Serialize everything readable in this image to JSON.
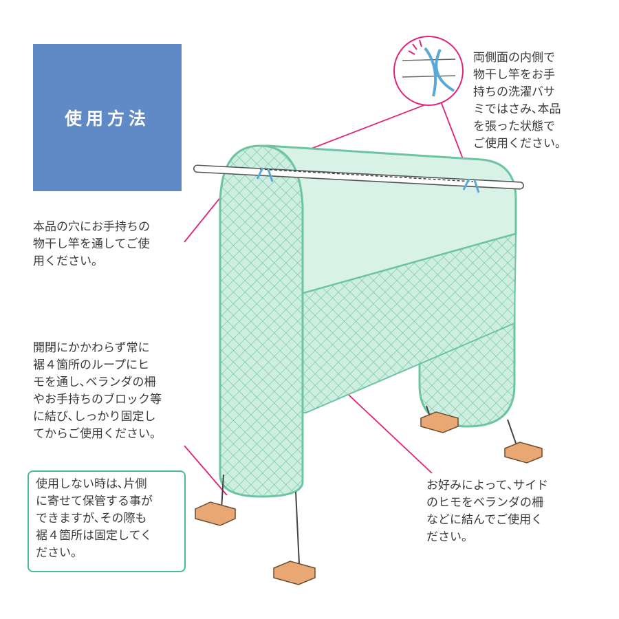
{
  "title": "使用方法",
  "notes": {
    "top_right": "両側面の内側で\n物干し竿をお手\n持ちの洗濯バサ\nミではさみ､本品\nを張った状態で\nご使用ください。",
    "left_1": "本品の穴にお手持ちの\n物干し竿を通してご使\n用ください。",
    "left_2": "開閉にかかわらず常に\n裾４箇所のループにヒ\nモを通し､ベランダの柵\nやお手持ちのブロック等\nに結び､しっかり固定し\nてからご使用ください。",
    "box": "使用しない時は､片側\nに寄せて保管する事が\nできますが､その際も\n裾４箇所は固定してく\nださい。",
    "bottom_right": "お好みによって､サイド\nのヒモをベランダの柵\nなどに結んでご使用く\nださい。"
  },
  "colors": {
    "title_bg": "#5f8ac6",
    "net_fill": "#cdeee0",
    "net_edge": "#6cc4a1",
    "leader": "#e0237a",
    "clip": "#5aa8d8",
    "block": "#e9a873"
  },
  "icons": [
    "clothespin-icon",
    "pole-icon",
    "mesh-cover-icon",
    "block-weight-icon"
  ]
}
